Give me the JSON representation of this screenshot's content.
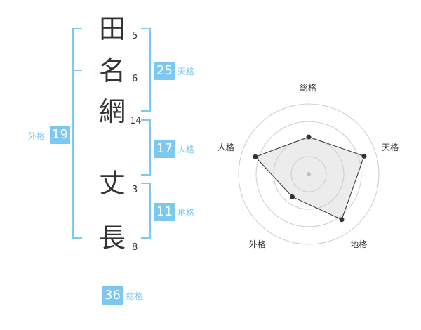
{
  "characters": [
    {
      "char": "田",
      "strokes": "5"
    },
    {
      "char": "名",
      "strokes": "6"
    },
    {
      "char": "網",
      "strokes": "14"
    },
    {
      "char": "丈",
      "strokes": "3"
    },
    {
      "char": "長",
      "strokes": "8"
    }
  ],
  "fortunes": {
    "tenkaku": {
      "value": "25",
      "label": "天格"
    },
    "jinkaku": {
      "value": "17",
      "label": "人格"
    },
    "chikaku": {
      "value": "11",
      "label": "地格"
    },
    "gaikaku": {
      "value": "19",
      "label": "外格"
    },
    "soukaku": {
      "value": "36",
      "label": "総格"
    }
  },
  "colors": {
    "accent": "#7cc8f0",
    "text": "#333333",
    "grid": "#cccccc",
    "fill": "#eeeeee"
  },
  "chart_data": {
    "type": "radar",
    "axes": [
      "総格",
      "天格",
      "地格",
      "外格",
      "人格"
    ],
    "values": [
      0.53,
      0.83,
      0.8,
      0.4,
      0.8
    ],
    "rings": 4,
    "range": [
      0,
      1
    ]
  }
}
